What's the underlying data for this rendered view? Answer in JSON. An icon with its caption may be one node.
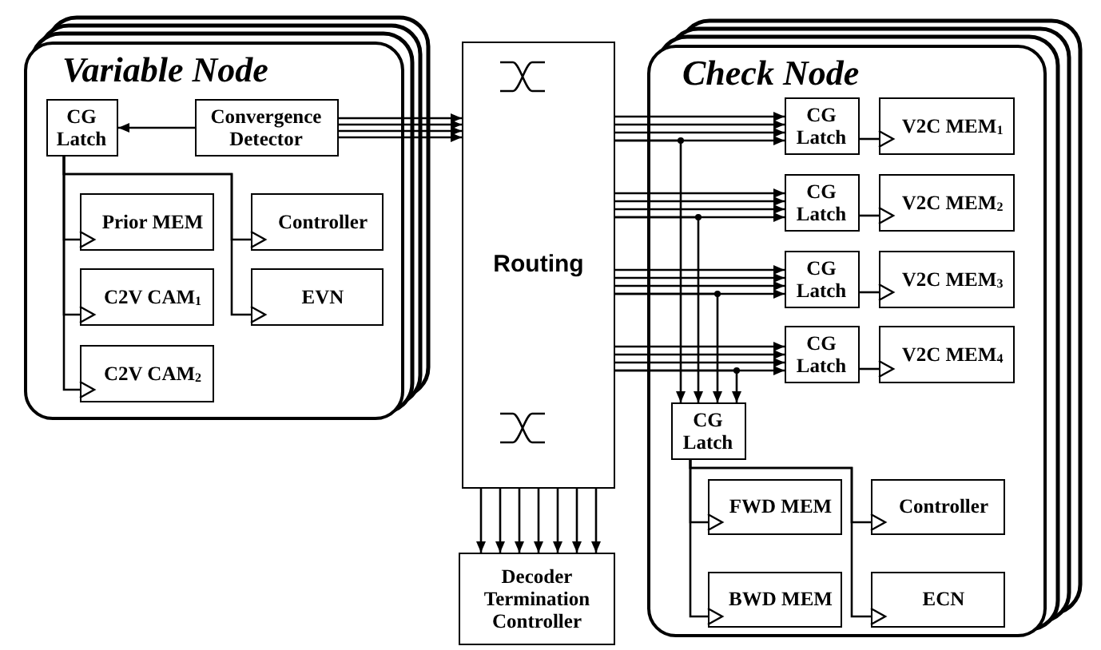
{
  "diagram": {
    "nodes": [
      {
        "text": [
          "Variable Node"
        ]
      },
      {
        "text": [
          "CG Latch"
        ],
        "in": 0
      },
      {
        "text": [
          "Convergence Detector"
        ],
        "in": 0
      },
      {
        "text": [
          "Prior MEM"
        ],
        "in": 0
      },
      {
        "text": [
          "Controller"
        ],
        "in": 0
      },
      {
        "text": [
          "C2V CAM$_{1}$"
        ],
        "in": 0
      },
      {
        "text": [
          "EVN"
        ],
        "in": 0
      },
      {
        "text": [
          "C2V CAM$_{2}$"
        ],
        "in": 0
      },
      {
        "text": [
          "Routing"
        ]
      },
      {
        "text": [
          "Decoder Termination Controller"
        ]
      },
      {
        "text": [
          "Check Node"
        ]
      },
      {
        "text": [
          "CG Latch"
        ],
        "in": 10
      },
      {
        "text": [
          "V2C MEM$_{1}$"
        ],
        "in": 10
      },
      {
        "text": [
          "CG Latch"
        ],
        "in": 10
      },
      {
        "text": [
          "V2C MEM$_{2}$"
        ],
        "in": 10
      },
      {
        "text": [
          "CG Latch"
        ],
        "in": 10
      },
      {
        "text": [
          "V2C MEM$_{3}$"
        ],
        "in": 10
      },
      {
        "text": [
          "CG Latch"
        ],
        "in": 10
      },
      {
        "text": [
          "V2C MEM$_{4}$"
        ],
        "in": 10
      },
      {
        "text": [
          "CG Latch"
        ],
        "in": 10
      },
      {
        "text": [
          "FWD MEM"
        ],
        "in": 10
      },
      {
        "text": [
          "Controller"
        ],
        "in": 10
      },
      {
        "text": [
          "BWD MEM"
        ],
        "in": 10
      },
      {
        "text": [
          "ECN"
        ],
        "in": 10
      }
    ],
    "edges": [
      {
        "from": 2,
        "to": 1,
        "arrow": "to"
      },
      {
        "from": 2,
        "to": 8,
        "arrow": "to"
      },
      {
        "from": 2,
        "to": 8,
        "arrow": "to"
      },
      {
        "from": 2,
        "to": 8,
        "arrow": "to"
      },
      {
        "from": 2,
        "to": 8,
        "arrow": "to"
      },
      {
        "from": 1,
        "to": 3,
        "arrow": "to"
      },
      {
        "from": 1,
        "to": 5,
        "arrow": "to"
      },
      {
        "from": 1,
        "to": 7,
        "arrow": "to"
      },
      {
        "from": 1,
        "to": 4,
        "arrow": "to"
      },
      {
        "from": 1,
        "to": 6,
        "arrow": "to"
      },
      {
        "from": 8,
        "to": 11,
        "arrow": "to"
      },
      {
        "from": 8,
        "to": 11,
        "arrow": "to"
      },
      {
        "from": 8,
        "to": 11,
        "arrow": "to"
      },
      {
        "from": 8,
        "to": 11,
        "arrow": "to"
      },
      {
        "from": 8,
        "to": 13,
        "arrow": "to"
      },
      {
        "from": 8,
        "to": 13,
        "arrow": "to"
      },
      {
        "from": 8,
        "to": 13,
        "arrow": "to"
      },
      {
        "from": 8,
        "to": 13,
        "arrow": "to"
      },
      {
        "from": 8,
        "to": 15,
        "arrow": "to"
      },
      {
        "from": 8,
        "to": 15,
        "arrow": "to"
      },
      {
        "from": 8,
        "to": 15,
        "arrow": "to"
      },
      {
        "from": 8,
        "to": 15,
        "arrow": "to"
      },
      {
        "from": 8,
        "to": 17,
        "arrow": "to"
      },
      {
        "from": 8,
        "to": 17,
        "arrow": "to"
      },
      {
        "from": 8,
        "to": 17,
        "arrow": "to"
      },
      {
        "from": 8,
        "to": 17,
        "arrow": "to"
      },
      {
        "from": 8,
        "to": 19,
        "arrow": "to"
      },
      {
        "from": 8,
        "to": 19,
        "arrow": "to"
      },
      {
        "from": 8,
        "to": 19,
        "arrow": "to"
      },
      {
        "from": 8,
        "to": 19,
        "arrow": "to"
      },
      {
        "from": 11,
        "to": 12,
        "arrow": "to"
      },
      {
        "from": 13,
        "to": 14,
        "arrow": "to"
      },
      {
        "from": 15,
        "to": 16,
        "arrow": "to"
      },
      {
        "from": 17,
        "to": 18,
        "arrow": "to"
      },
      {
        "from": 19,
        "to": 20,
        "arrow": "to"
      },
      {
        "from": 19,
        "to": 21,
        "arrow": "to"
      },
      {
        "from": 19,
        "to": 22,
        "arrow": "to"
      },
      {
        "from": 19,
        "to": 23,
        "arrow": "to"
      },
      {
        "from": 8,
        "to": 9,
        "arrow": "to"
      },
      {
        "from": 8,
        "to": 9,
        "arrow": "to"
      },
      {
        "from": 8,
        "to": 9,
        "arrow": "to"
      },
      {
        "from": 8,
        "to": 9,
        "arrow": "to"
      },
      {
        "from": 8,
        "to": 9,
        "arrow": "to"
      },
      {
        "from": 8,
        "to": 9,
        "arrow": "to"
      },
      {
        "from": 8,
        "to": 9,
        "arrow": "to"
      }
    ]
  }
}
